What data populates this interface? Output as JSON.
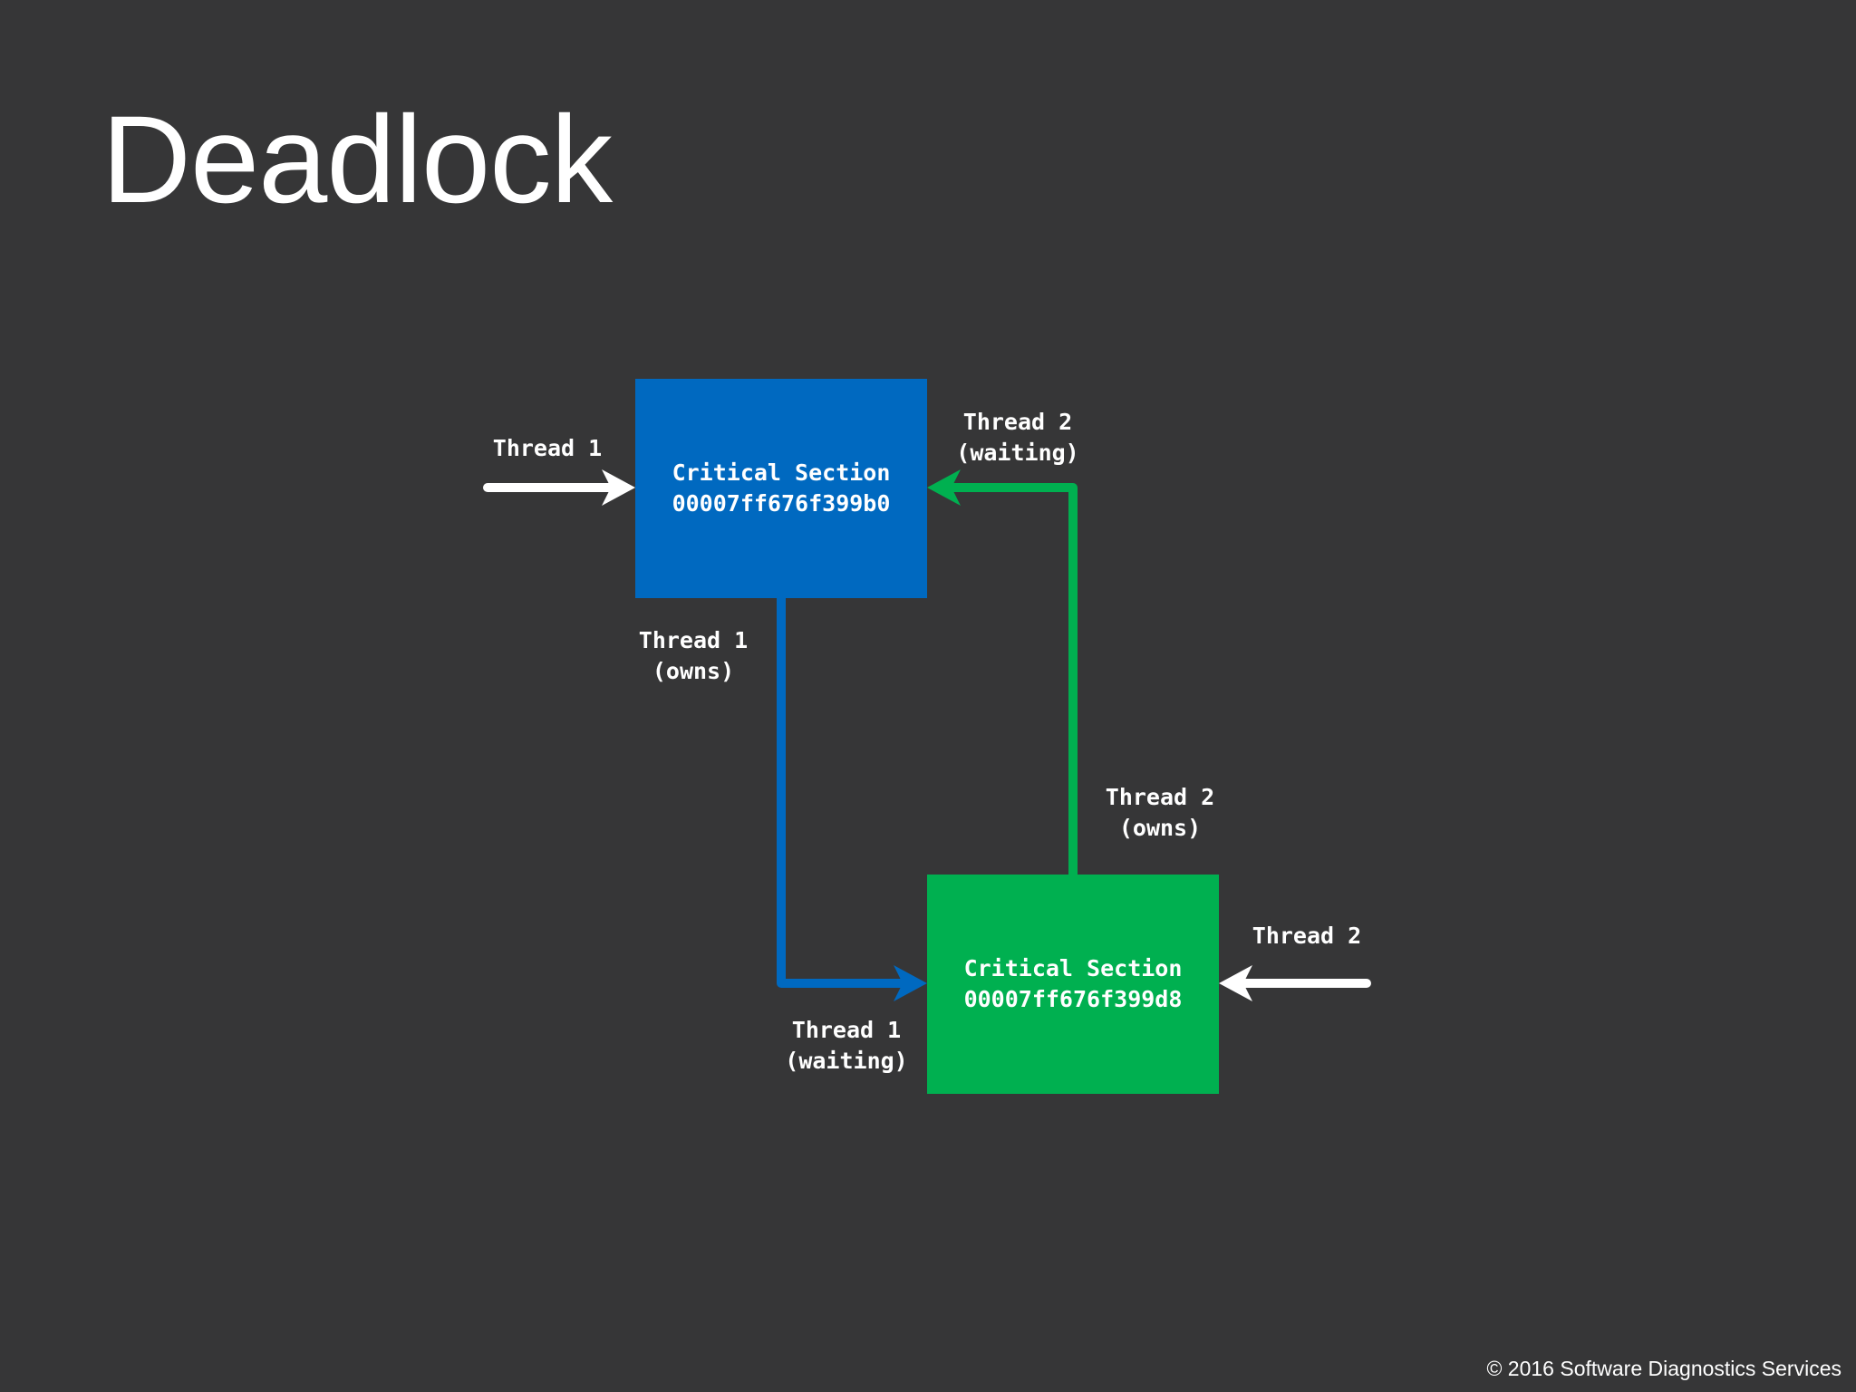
{
  "slide": {
    "title": "Deadlock",
    "footer": "© 2016 Software Diagnostics Services"
  },
  "colors": {
    "background": "#363637",
    "box_blue": "#0069c0",
    "box_green": "#00b050",
    "arrow_white": "#ffffff"
  },
  "diagram": {
    "box1": {
      "line1": "Critical Section",
      "line2": "00007ff676f399b0"
    },
    "box2": {
      "line1": "Critical Section",
      "line2": "00007ff676f399d8"
    },
    "labels": {
      "t1_in": "Thread 1",
      "t2_waiting_l1": "Thread 2",
      "t2_waiting_l2": "(waiting)",
      "t1_owns_l1": "Thread 1",
      "t1_owns_l2": "(owns)",
      "t2_owns_l1": "Thread 2",
      "t2_owns_l2": "(owns)",
      "t2_in": "Thread 2",
      "t1_waiting_l1": "Thread 1",
      "t1_waiting_l2": "(waiting)"
    }
  }
}
